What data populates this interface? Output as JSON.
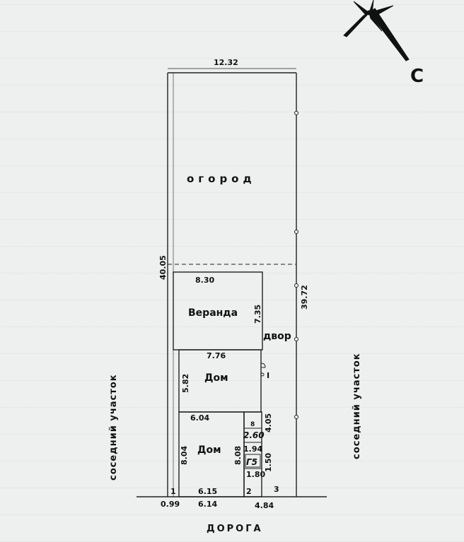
{
  "north_label": "С",
  "zones": {
    "garden": "огород",
    "veranda": "Веранда",
    "yard": "двор",
    "house_upper": "Дом",
    "house_lower": "Дом"
  },
  "neighbors": {
    "left": "соседний участок",
    "right": "соседний участок"
  },
  "road": "ДОРОГА",
  "dimensions": {
    "top_width": "12.32",
    "left_length": "40.05",
    "right_length": "39.72",
    "veranda_width": "8.30",
    "veranda_depth": "7.35",
    "house_upper_width": "7.76",
    "house_upper_depth": "5.82",
    "house_lower_width": "6.04",
    "house_lower_depth": "8.04",
    "house_lower_inner": "8.08",
    "annex_depth": "4.05",
    "annex_a": "8",
    "annex_b": "2.60",
    "annex_c": "1.94",
    "annex_d": "1.50",
    "annex_e": "1.80",
    "annex_mark": "Г5",
    "bottom_house": "6.15",
    "bottom_front": "6.14",
    "bottom_left_offset": "0.99",
    "bottom_right": "4.84",
    "door_mark": "I"
  },
  "points": [
    "1",
    "2",
    "3"
  ]
}
